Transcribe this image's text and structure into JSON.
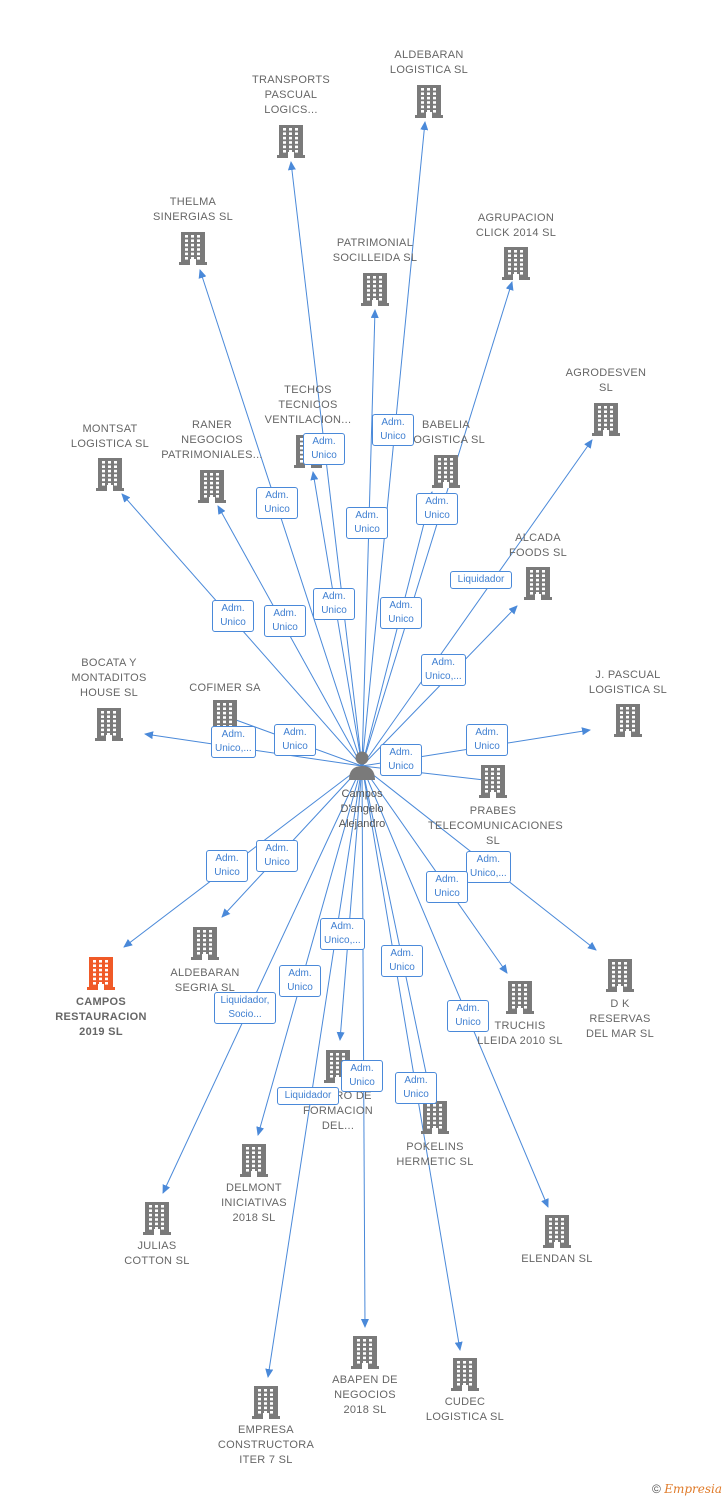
{
  "colors": {
    "edge": "#4a89d9",
    "building": "#7a7a7a",
    "highlight": "#f05a28",
    "person": "#7a7a7a"
  },
  "center": {
    "id": "person",
    "lines": [
      "Campos",
      "D'angelo",
      "Alejandro"
    ],
    "icon": "person-icon"
  },
  "nodes": [
    {
      "id": "aldebaran-log",
      "lines": [
        "ALDEBARAN",
        "LOGISTICA SL"
      ]
    },
    {
      "id": "transports",
      "lines": [
        "TRANSPORTS",
        "PASCUAL",
        "LOGICS..."
      ]
    },
    {
      "id": "thelma",
      "lines": [
        "THELMA",
        "SINERGIAS SL"
      ]
    },
    {
      "id": "agrupacion",
      "lines": [
        "AGRUPACION",
        "CLICK 2014 SL"
      ]
    },
    {
      "id": "patrimonial",
      "lines": [
        "PATRIMONIAL",
        "SOCILLEIDA SL"
      ]
    },
    {
      "id": "agrodesven",
      "lines": [
        "AGRODESVEN",
        "SL"
      ]
    },
    {
      "id": "techos",
      "lines": [
        "TECHOS",
        "TECNICOS",
        "VENTILACION..."
      ]
    },
    {
      "id": "babelia",
      "lines": [
        "BABELIA",
        "LOGISTICA SL"
      ]
    },
    {
      "id": "montsat",
      "lines": [
        "MONTSAT",
        "LOGISTICA SL"
      ]
    },
    {
      "id": "raner",
      "lines": [
        "RANER",
        "NEGOCIOS",
        "PATRIMONIALES..."
      ]
    },
    {
      "id": "alcada",
      "lines": [
        "ALCADA",
        "FOODS SL"
      ]
    },
    {
      "id": "bocata",
      "lines": [
        "BOCATA Y",
        "MONTADITOS",
        "HOUSE SL"
      ]
    },
    {
      "id": "cofimer",
      "lines": [
        "COFIMER SA"
      ]
    },
    {
      "id": "jpascual",
      "lines": [
        "J. PASCUAL",
        "LOGISTICA SL"
      ]
    },
    {
      "id": "prabes",
      "lines": [
        "PRABES",
        "TELECOMUNICACIONES SL"
      ]
    },
    {
      "id": "campos",
      "lines": [
        "CAMPOS",
        "RESTAURACION",
        "2019 SL"
      ],
      "highlight": true
    },
    {
      "id": "aldebaran-seg",
      "lines": [
        "ALDEBARAN",
        "SEGRIA SL"
      ]
    },
    {
      "id": "dk",
      "lines": [
        "D K",
        "RESERVAS",
        "DEL MAR SL"
      ]
    },
    {
      "id": "truchis",
      "lines": [
        "TRUCHIS",
        "LLEIDA 2010 SL"
      ]
    },
    {
      "id": "centro",
      "lines": [
        "CENTRO DE",
        "FORMACION",
        "DEL..."
      ]
    },
    {
      "id": "pokelins",
      "lines": [
        "POKELINS",
        "HERMETIC SL"
      ]
    },
    {
      "id": "delmont",
      "lines": [
        "DELMONT",
        "INICIATIVAS",
        "2018 SL"
      ]
    },
    {
      "id": "julias",
      "lines": [
        "JULIAS",
        "COTTON SL"
      ]
    },
    {
      "id": "elendan",
      "lines": [
        "ELENDAN SL"
      ]
    },
    {
      "id": "abapen",
      "lines": [
        "ABAPEN DE",
        "NEGOCIOS",
        "2018 SL"
      ]
    },
    {
      "id": "cudec",
      "lines": [
        "CUDEC",
        "LOGISTICA SL"
      ]
    },
    {
      "id": "empresa",
      "lines": [
        "EMPRESA",
        "CONSTRUCTORA",
        "ITER 7 SL"
      ]
    }
  ],
  "edges": [
    {
      "to": "aldebaran-log",
      "label": [
        "Adm.",
        "Unico"
      ]
    },
    {
      "to": "transports",
      "label": [
        "Adm.",
        "Unico"
      ]
    },
    {
      "to": "thelma",
      "label": [
        "Adm.",
        "Unico"
      ]
    },
    {
      "to": "agrupacion",
      "label": [
        "Adm.",
        "Unico"
      ]
    },
    {
      "to": "patrimonial",
      "label": [
        "Adm.",
        "Unico"
      ]
    },
    {
      "to": "agrodesven",
      "label": [
        "Liquidador"
      ]
    },
    {
      "to": "techos",
      "label": [
        "Adm.",
        "Unico"
      ]
    },
    {
      "to": "babelia",
      "label": [
        "Adm.",
        "Unico"
      ]
    },
    {
      "to": "montsat",
      "label": [
        "Adm.",
        "Unico"
      ]
    },
    {
      "to": "raner",
      "label": [
        "Adm.",
        "Unico"
      ]
    },
    {
      "to": "alcada",
      "label": [
        "Adm.",
        "Unico,..."
      ]
    },
    {
      "to": "bocata",
      "label": [
        "Adm.",
        "Unico,..."
      ]
    },
    {
      "to": "cofimer",
      "label": [
        "Adm.",
        "Unico"
      ]
    },
    {
      "to": "jpascual",
      "label": [
        "Adm.",
        "Unico"
      ]
    },
    {
      "to": "prabes",
      "label": [
        "Adm.",
        "Unico"
      ]
    },
    {
      "to": "campos",
      "label": [
        "Adm.",
        "Unico"
      ]
    },
    {
      "to": "aldebaran-seg",
      "label": [
        "Adm.",
        "Unico"
      ]
    },
    {
      "to": "dk",
      "label": [
        "Adm.",
        "Unico,..."
      ]
    },
    {
      "to": "truchis",
      "label": [
        "Adm.",
        "Unico"
      ]
    },
    {
      "to": "centro",
      "label": [
        "Adm.",
        "Unico,..."
      ]
    },
    {
      "to": "pokelins",
      "label": [
        "Adm.",
        "Unico"
      ]
    },
    {
      "to": "delmont",
      "label": [
        "Adm.",
        "Unico"
      ]
    },
    {
      "to": "julias",
      "label": [
        "Liquidador,",
        "Socio..."
      ]
    },
    {
      "to": "elendan",
      "label": [
        "Adm.",
        "Unico"
      ]
    },
    {
      "to": "abapen",
      "label": [
        "Adm.",
        "Unico"
      ]
    },
    {
      "to": "cudec",
      "label": [
        "Adm.",
        "Unico"
      ]
    },
    {
      "to": "empresa",
      "label": [
        "Liquidador"
      ]
    }
  ],
  "footer": {
    "copyright": "©",
    "brand": "Empresia"
  }
}
